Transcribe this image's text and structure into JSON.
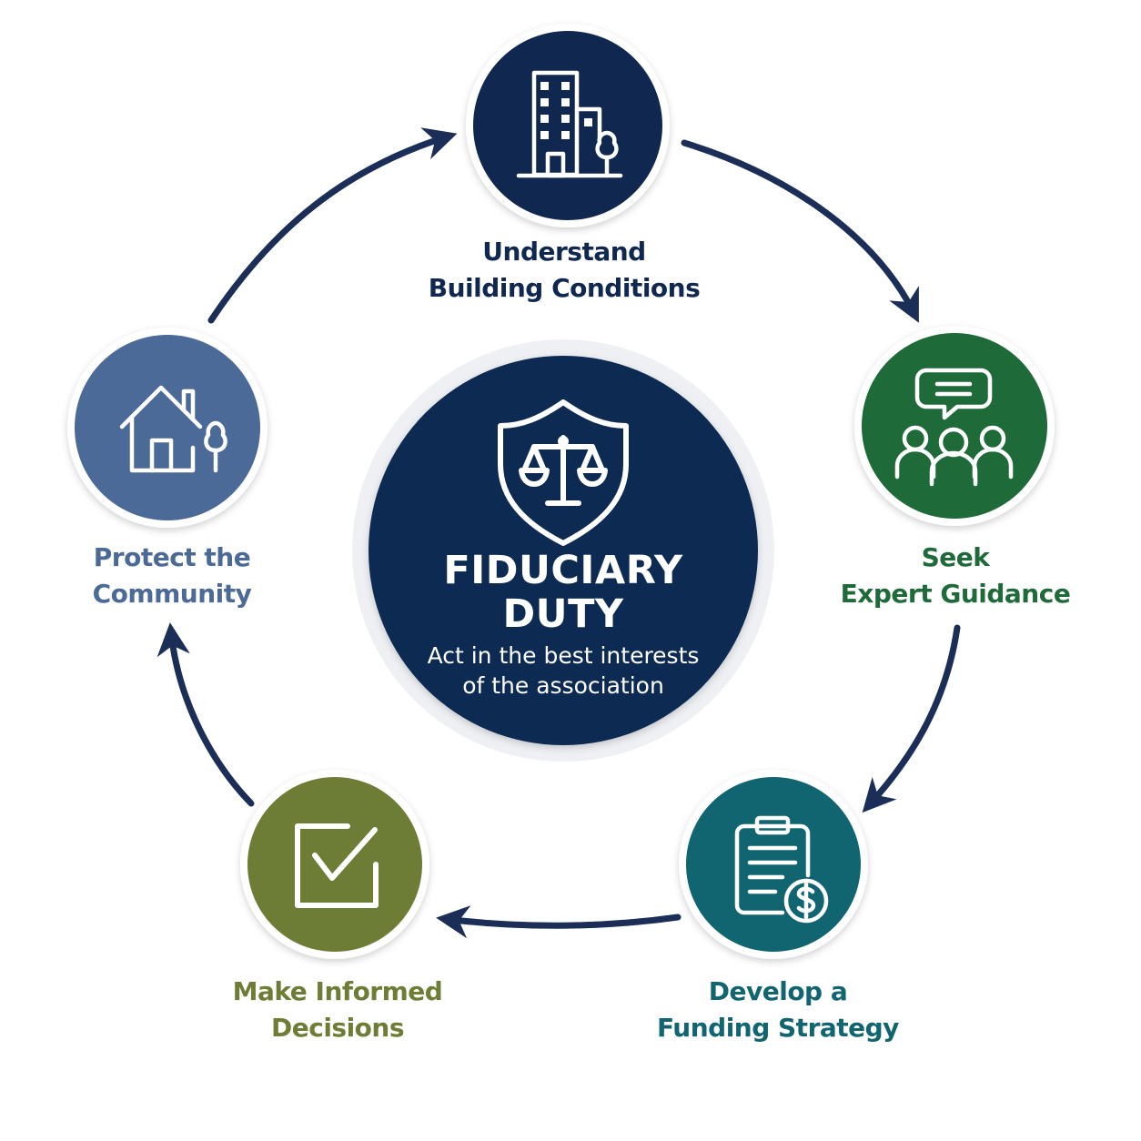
{
  "colors": {
    "navy": "#10284f",
    "green": "#1f6a39",
    "teal": "#116570",
    "olive": "#6e7d35",
    "slate_blue": "#4c6a97",
    "arrow": "#1b2e57"
  },
  "center": {
    "icon": "shield-scales-icon",
    "title_line1": "FIDUCIARY",
    "title_line2": "DUTY",
    "subtitle_line1": "Act in the best interests",
    "subtitle_line2": "of the association"
  },
  "nodes": [
    {
      "id": "understand",
      "icon": "building-tree-icon",
      "color": "#10284f",
      "label_line1": "Understand",
      "label_line2": "Building Conditions"
    },
    {
      "id": "seek",
      "icon": "people-speech-bubble-icon",
      "color": "#1f6a39",
      "label_line1": "Seek",
      "label_line2": "Expert Guidance"
    },
    {
      "id": "develop",
      "icon": "clipboard-dollar-icon",
      "color": "#116570",
      "label_line1": "Develop a",
      "label_line2": "Funding Strategy"
    },
    {
      "id": "decide",
      "icon": "checkbox-icon",
      "color": "#6e7d35",
      "label_line1": "Make Informed",
      "label_line2": "Decisions"
    },
    {
      "id": "protect",
      "icon": "house-tree-icon",
      "color": "#4c6a97",
      "label_line1": "Protect the",
      "label_line2": "Community"
    }
  ]
}
